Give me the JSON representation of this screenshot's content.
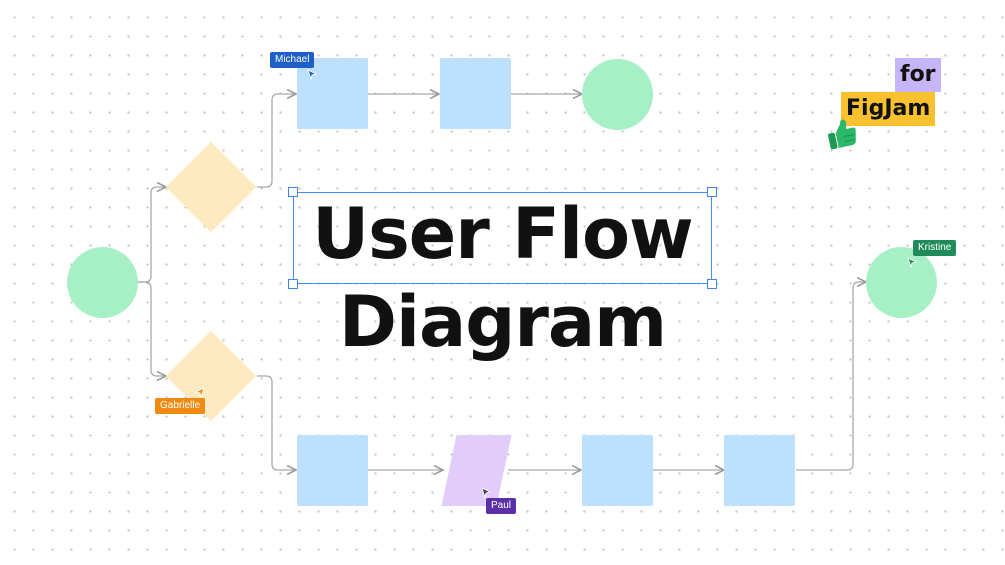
{
  "title": {
    "line1": "User Flow",
    "line2": "Diagram"
  },
  "brand": {
    "for_label": "for",
    "name_label": "FigJam",
    "thumbs_icon": "thumbs-up-icon"
  },
  "collaborators": [
    {
      "name": "Michael",
      "color": "#1e5fc7"
    },
    {
      "name": "Gabrielle",
      "color": "#f08a12"
    },
    {
      "name": "Paul",
      "color": "#5b2fa6"
    },
    {
      "name": "Kristine",
      "color": "#1f8a5a"
    }
  ],
  "colors": {
    "process": "#bde0fe",
    "terminal": "#a7f0c6",
    "decision": "#fdeac0",
    "data": "#e2cdfa",
    "selection": "#4a8ff0",
    "connector": "#a9a9a9"
  }
}
